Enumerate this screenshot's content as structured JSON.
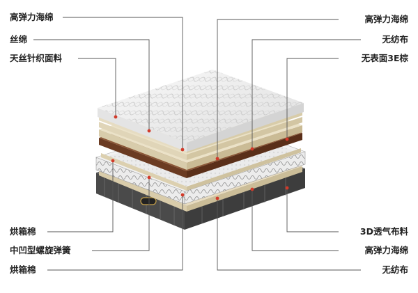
{
  "labels_left_top": [
    "高弹力海绵",
    "丝绵",
    "天丝针织面料"
  ],
  "labels_right_top": [
    "高弹力海绵",
    "无纺布",
    "无表面3E棕"
  ],
  "labels_left_bottom": [
    "烘箱棉",
    "中凹型螺旋弹簧",
    "烘箱棉"
  ],
  "labels_right_bottom": [
    "3D透气布料",
    "高弹力海绵",
    "无纺布"
  ],
  "colors": {
    "line": "#555555",
    "dot": "#d23a2a",
    "text": "#222222"
  }
}
